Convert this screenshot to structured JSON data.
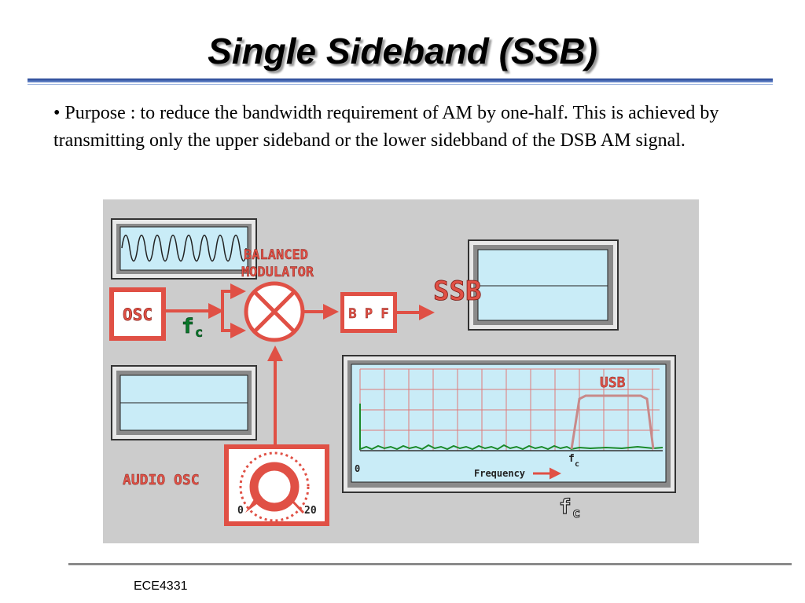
{
  "slide": {
    "title": "Single Sideband (SSB)",
    "bullet": "• Purpose : to reduce the bandwidth requirement of AM by one-half. This is achieved by transmitting only the upper sideband or the lower sidebband  of the DSB AM signal.",
    "footer": "ECE4331"
  },
  "diagram": {
    "balanced_modulator_line1": "BALANCED",
    "balanced_modulator_line2": "MODULATOR",
    "osc_label": "OSC",
    "fc_f": "f",
    "fc_c": "c",
    "bpf_label": "B P F",
    "ssb_label": "SSB",
    "audio_osc_label": "AUDIO OSC",
    "dial_min": "0",
    "dial_max": "20",
    "spectrum": {
      "usb_label": "USB",
      "origin_label": "0",
      "fc_label": "f",
      "fc_sub": "c",
      "frequency_label": "Frequency"
    },
    "colors": {
      "figure_bg": "#cccccc",
      "screen": "#c9ecf7",
      "accent_red": "#e05045",
      "green_text": "#0a7a2a",
      "trace": "#1a8a2a",
      "grid": "#e07a7a"
    }
  }
}
